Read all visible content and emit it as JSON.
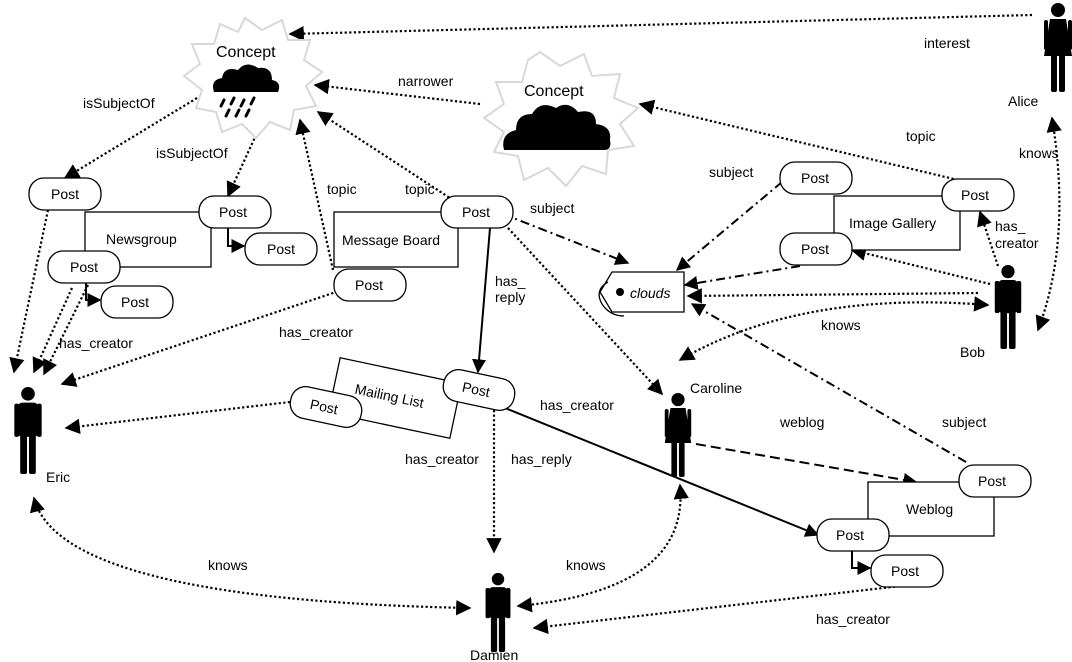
{
  "concepts": {
    "small": {
      "label": "Concept",
      "icon": "rain-cloud-icon"
    },
    "large": {
      "label": "Concept",
      "icon": "cloud-icon"
    }
  },
  "people": {
    "alice": "Alice",
    "bob": "Bob",
    "caroline": "Caroline",
    "eric": "Eric",
    "damien": "Damien"
  },
  "containers": {
    "newsgroup": "Newsgroup",
    "message_board": "Message Board",
    "mailing_list": "Mailing List",
    "image_gallery": "Image Gallery",
    "weblog": "Weblog"
  },
  "post_label": "Post",
  "tag": {
    "label": "clouds",
    "icon": "tag-icon"
  },
  "edge_labels": {
    "interest": "interest",
    "narrower": "narrower",
    "is_subject_of_1": "isSubjectOf",
    "is_subject_of_2": "isSubjectOf",
    "topic_1": "topic",
    "topic_2": "topic",
    "topic_3": "topic",
    "subject_1": "subject",
    "subject_2": "subject",
    "subject_3": "subject",
    "knows_alice_bob": "knows",
    "knows_bob_caroline": "knows",
    "knows_eric_damien": "knows",
    "knows_damien_caroline": "knows",
    "has_creator_bob_1": "has_",
    "has_creator_bob_2": "creator",
    "has_reply_1_a": "has_",
    "has_reply_1_b": "reply",
    "has_creator_newsgroup": "has_creator",
    "has_creator_board": "has_creator",
    "has_creator_caroline": "has_creator",
    "has_creator_damien": "has_creator",
    "has_reply_2": "has_reply",
    "has_creator_weblog": "has_creator",
    "weblog": "weblog"
  }
}
